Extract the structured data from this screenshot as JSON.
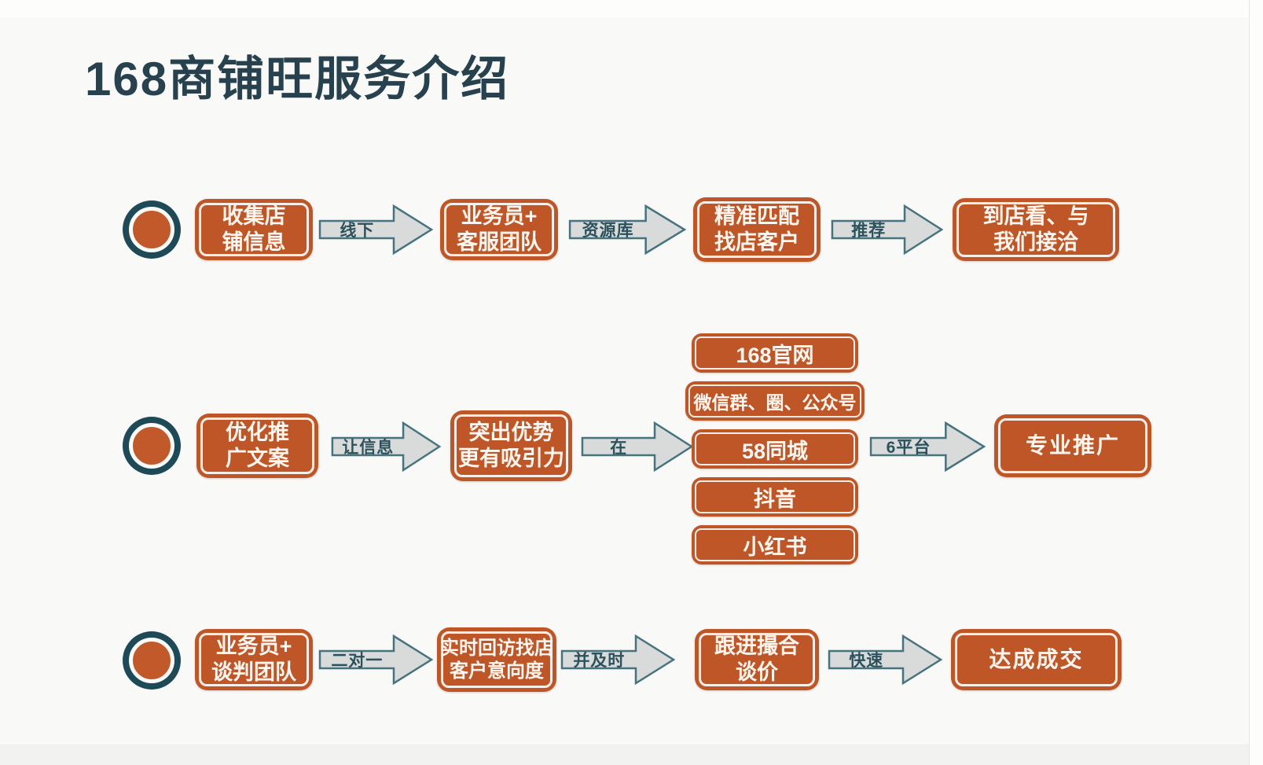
{
  "title": "168商铺旺服务介绍",
  "colors": {
    "background": "#f9f9f7",
    "box_orange": "#bf5628",
    "box_inner_ring": "#fcf7f2",
    "box_text": "#fcf6f0",
    "title_teal": "#27424e",
    "bullet_orange": "#c2592a",
    "bullet_ring_teal": "#1e4a57",
    "arrow_fill": "#d9dbda",
    "arrow_border": "#47737f",
    "arrow_label": "#2b515c"
  },
  "flow1": {
    "box1": {
      "line1": "收集店",
      "line2": "铺信息"
    },
    "arrow1": "线下",
    "box2": {
      "line1": "业务员+",
      "line2": "客服团队"
    },
    "arrow2": "资源库",
    "box3": {
      "line1": "精准匹配",
      "line2": "找店客户"
    },
    "arrow3": "推荐",
    "box4": {
      "line1": "到店看、与",
      "line2": "我们接洽"
    }
  },
  "flow2": {
    "box1": {
      "line1": "优化推",
      "line2": "广文案"
    },
    "arrow1": "让信息",
    "box2": {
      "line1": "突出优势",
      "line2": "更有吸引力"
    },
    "arrow2": "在",
    "platforms": [
      "168官网",
      "微信群、圈、公众号",
      "58同城",
      "抖音",
      "小红书"
    ],
    "arrow3": "6平台",
    "box3": "专业推广"
  },
  "flow3": {
    "box1": {
      "line1": "业务员+",
      "line2": "谈判团队"
    },
    "arrow1": "二对一",
    "box2": {
      "line1": "实时回访找店",
      "line2": "客户意向度"
    },
    "arrow2": "并及时",
    "box3": {
      "line1": "跟进撮合",
      "line2": "谈价"
    },
    "arrow3": "快速",
    "box4": "达成成交"
  }
}
